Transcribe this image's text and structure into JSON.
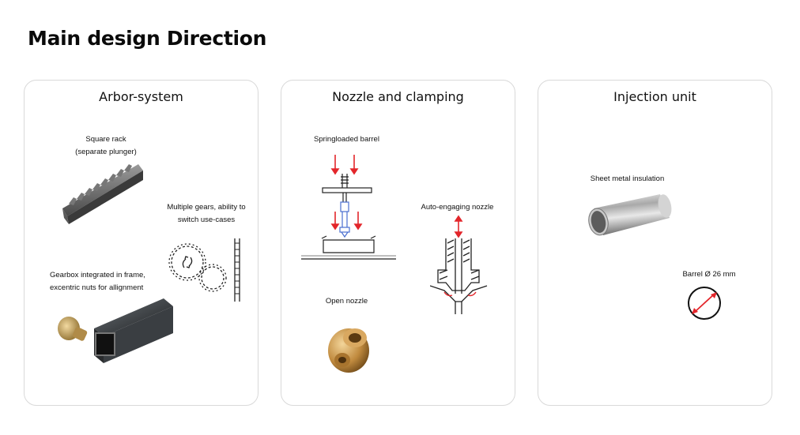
{
  "page": {
    "title": "Main design Direction"
  },
  "cards": [
    {
      "title": "Arbor-system",
      "labels": {
        "square_rack_1": "Square rack",
        "square_rack_2": "(separate plunger)",
        "gears_1": "Multiple gears, ability to",
        "gears_2": "switch use-cases",
        "gearbox_1": "Gearbox integrated in frame,",
        "gearbox_2": "excentric nuts for allignment"
      }
    },
    {
      "title": "Nozzle and clamping",
      "labels": {
        "springloaded": "Springloaded barrel",
        "auto_engaging": "Auto-engaging nozzle",
        "open_nozzle": "Open nozzle"
      }
    },
    {
      "title": "Injection unit",
      "labels": {
        "sheet_metal": "Sheet metal insulation",
        "barrel": "Barrel Ø 26 mm"
      }
    }
  ],
  "colors": {
    "accent_red": "#e3262b",
    "border": "#d9d9d9"
  }
}
